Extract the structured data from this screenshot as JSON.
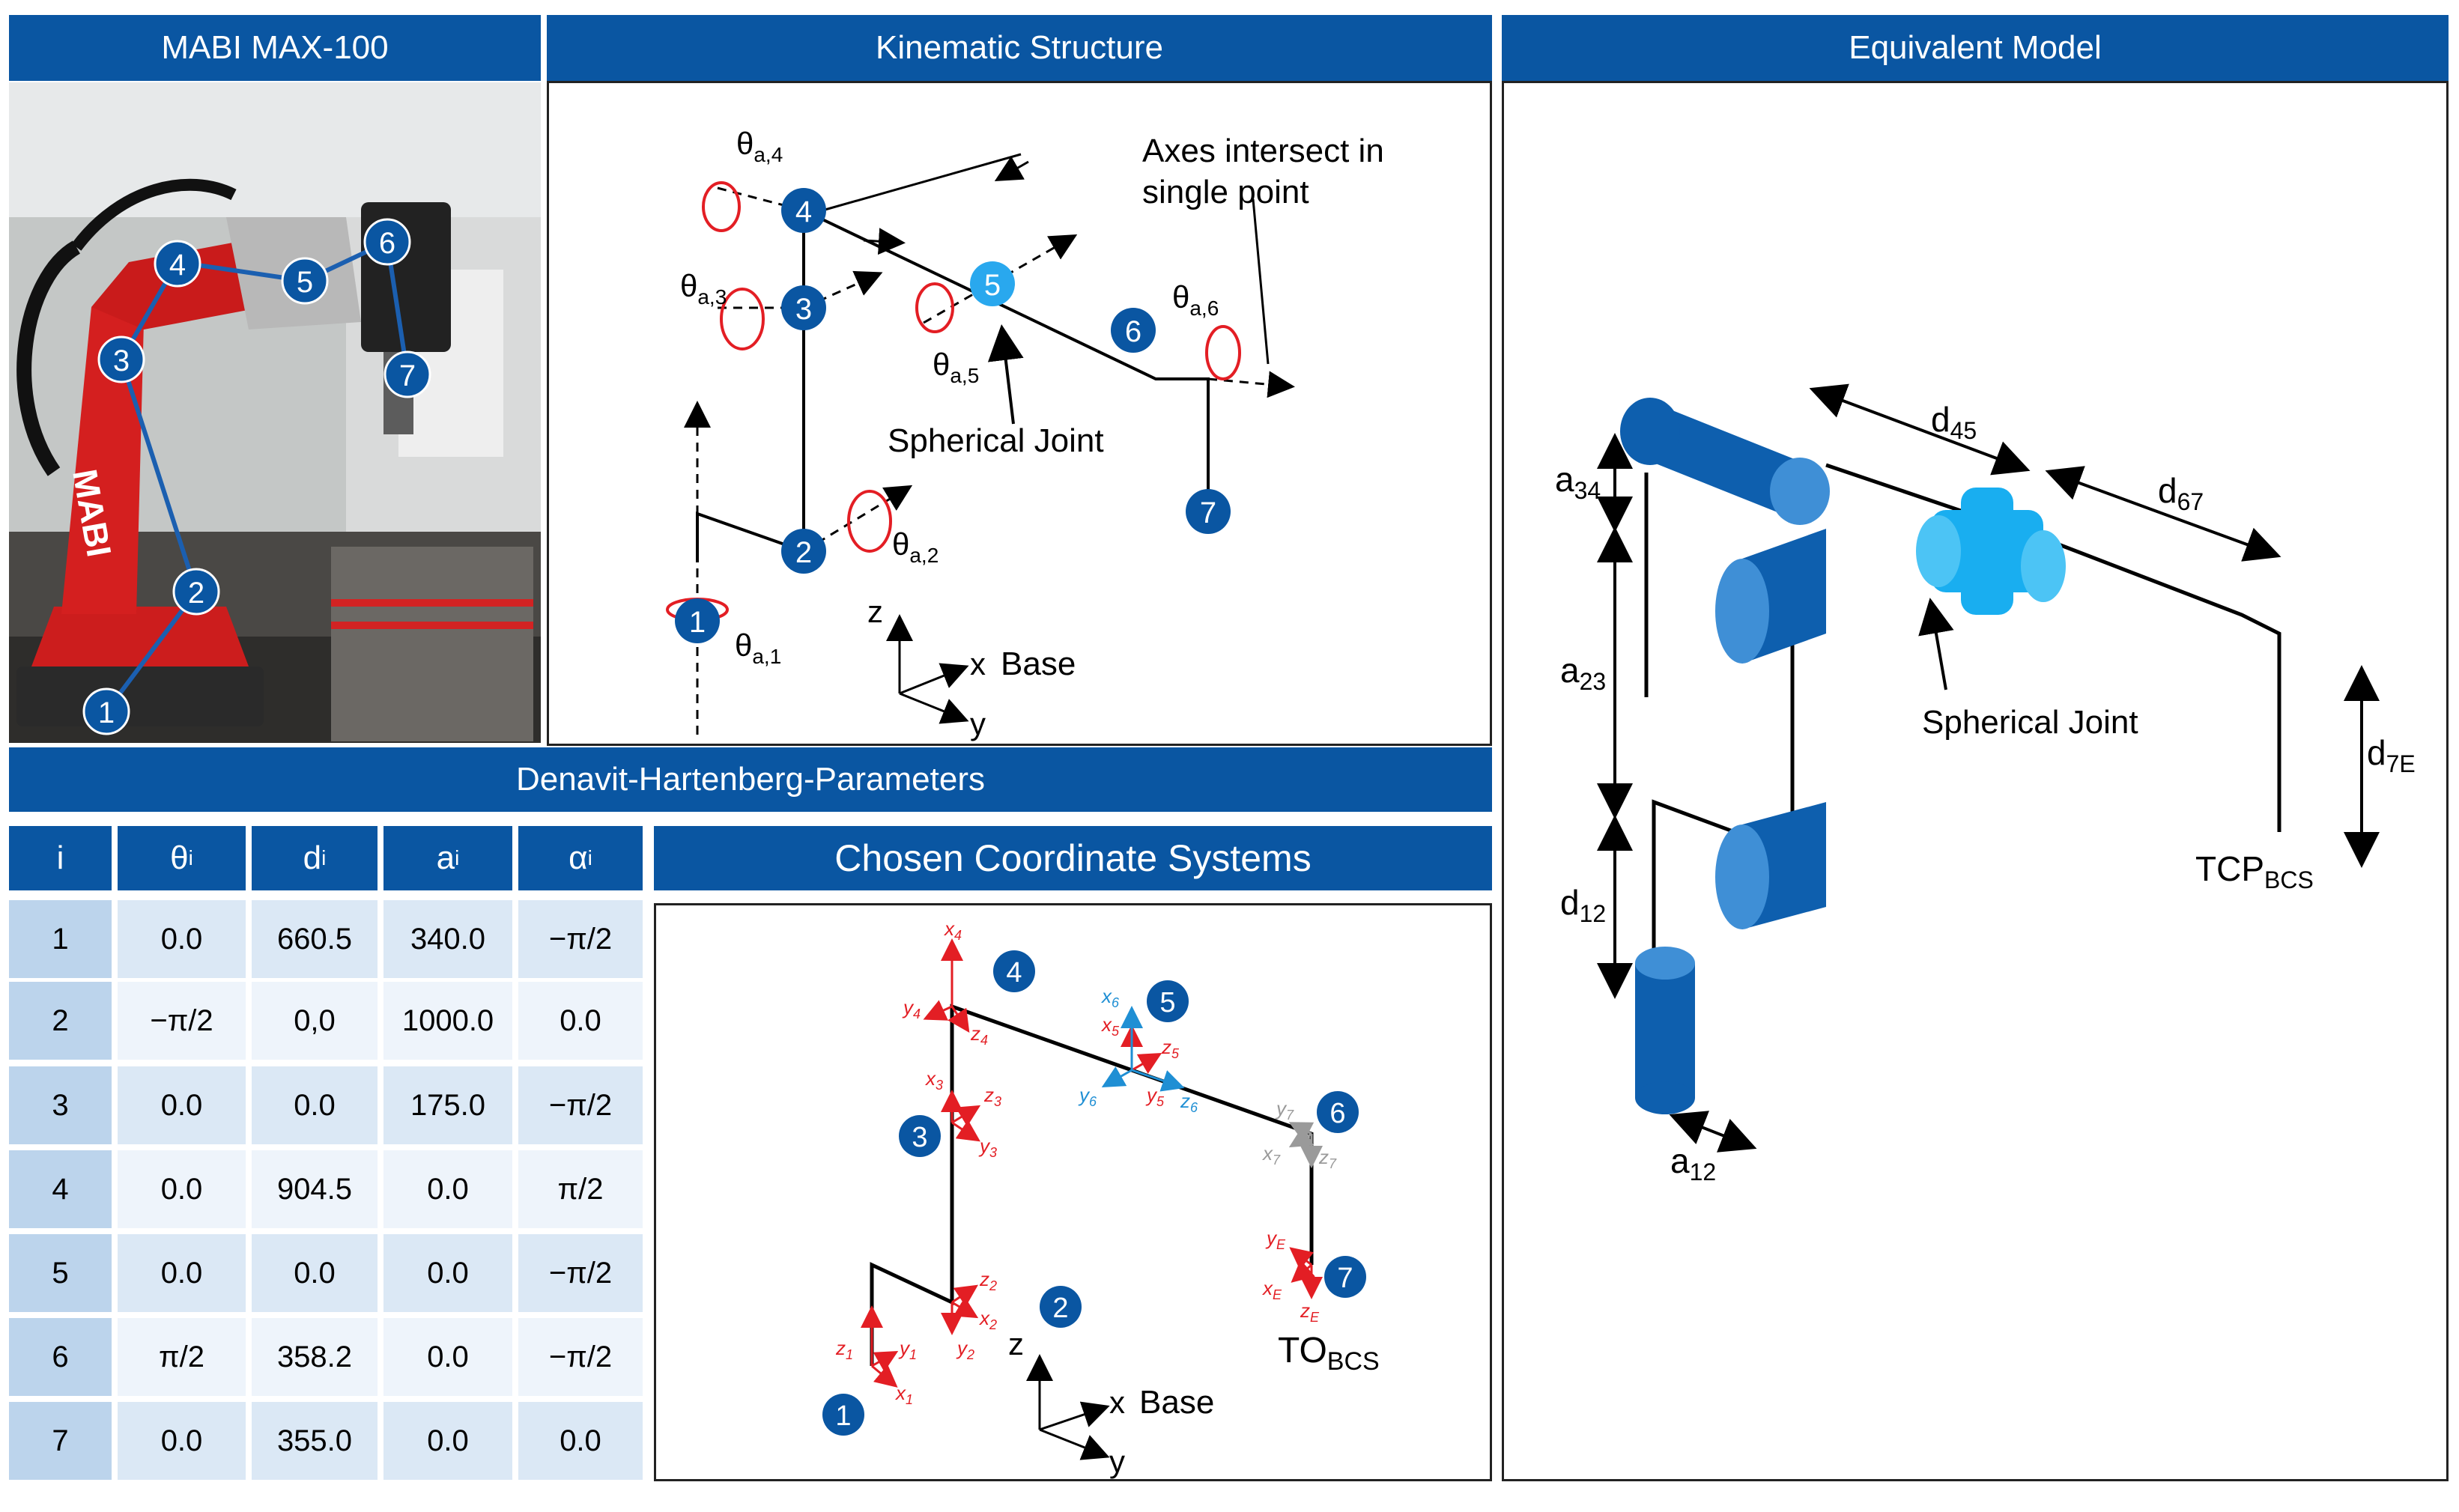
{
  "headers": {
    "photo": "MABI MAX-100",
    "kinematic": "Kinematic Structure",
    "equivalent": "Equivalent Model",
    "dh": "Denavit-Hartenberg-Parameters",
    "coords": "Chosen Coordinate Systems"
  },
  "photo": {
    "brand": "MABI",
    "joints": [
      "1",
      "2",
      "3",
      "4",
      "5",
      "6",
      "7"
    ]
  },
  "kinematic": {
    "joints": [
      "1",
      "2",
      "3",
      "4",
      "5",
      "6",
      "7"
    ],
    "angles": [
      {
        "base": "θ",
        "sub": "a,1"
      },
      {
        "base": "θ",
        "sub": "a,2"
      },
      {
        "base": "θ",
        "sub": "a,3"
      },
      {
        "base": "θ",
        "sub": "a,4"
      },
      {
        "base": "θ",
        "sub": "a,5"
      },
      {
        "base": "θ",
        "sub": "a,6"
      }
    ],
    "note_line1": "Axes intersect in",
    "note_line2": "single point",
    "spherical": "Spherical Joint",
    "axis_z": "z",
    "axis_x": "x",
    "axis_y": "y",
    "base": "Base"
  },
  "equivalent": {
    "dims": [
      {
        "base": "d",
        "sub": "45"
      },
      {
        "base": "d",
        "sub": "67"
      },
      {
        "base": "a",
        "sub": "34"
      },
      {
        "base": "a",
        "sub": "23"
      },
      {
        "base": "d",
        "sub": "12"
      },
      {
        "base": "a",
        "sub": "12"
      },
      {
        "base": "d",
        "sub": "7E"
      }
    ],
    "spherical": "Spherical Joint",
    "tcp": {
      "base": "TCP",
      "sub": "BCS"
    }
  },
  "dh_table": {
    "columns": [
      {
        "base": "i",
        "sub": ""
      },
      {
        "base": "θ",
        "sub": "i"
      },
      {
        "base": "d",
        "sub": "i"
      },
      {
        "base": "a",
        "sub": "i"
      },
      {
        "base": "α",
        "sub": "i"
      }
    ],
    "rows": [
      [
        "1",
        "0.0",
        "660.5",
        "340.0",
        "−π/2"
      ],
      [
        "2",
        "−π/2",
        "0,0",
        "1000.0",
        "0.0"
      ],
      [
        "3",
        "0.0",
        "0.0",
        "175.0",
        "−π/2"
      ],
      [
        "4",
        "0.0",
        "904.5",
        "0.0",
        "π/2"
      ],
      [
        "5",
        "0.0",
        "0.0",
        "0.0",
        "−π/2"
      ],
      [
        "6",
        "π/2",
        "358.2",
        "0.0",
        "−π/2"
      ],
      [
        "7",
        "0.0",
        "355.0",
        "0.0",
        "0.0"
      ]
    ]
  },
  "coords": {
    "joints": [
      "1",
      "2",
      "3",
      "4",
      "5",
      "6",
      "7"
    ],
    "frames": [
      {
        "base": "z",
        "sub": "1"
      },
      {
        "base": "y",
        "sub": "1"
      },
      {
        "base": "x",
        "sub": "1"
      },
      {
        "base": "z",
        "sub": "2"
      },
      {
        "base": "x",
        "sub": "2"
      },
      {
        "base": "y",
        "sub": "2"
      },
      {
        "base": "x",
        "sub": "3"
      },
      {
        "base": "z",
        "sub": "3"
      },
      {
        "base": "y",
        "sub": "3"
      },
      {
        "base": "x",
        "sub": "4"
      },
      {
        "base": "y",
        "sub": "4"
      },
      {
        "base": "z",
        "sub": "4"
      },
      {
        "base": "x",
        "sub": "6"
      },
      {
        "base": "x",
        "sub": "5"
      },
      {
        "base": "z",
        "sub": "5"
      },
      {
        "base": "y",
        "sub": "6"
      },
      {
        "base": "y",
        "sub": "5"
      },
      {
        "base": "z",
        "sub": "6"
      },
      {
        "base": "y",
        "sub": "7"
      },
      {
        "base": "x",
        "sub": "7"
      },
      {
        "base": "z",
        "sub": "7"
      },
      {
        "base": "y",
        "sub": "E"
      },
      {
        "base": "x",
        "sub": "E"
      },
      {
        "base": "z",
        "sub": "E"
      }
    ],
    "to": {
      "base": "TO",
      "sub": "BCS"
    },
    "axis_z": "z",
    "axis_x": "x",
    "axis_y": "y",
    "base": "Base"
  },
  "colors": {
    "header": "#0a56a2",
    "joint_dark": "#0a56a2",
    "joint_light": "#29a8ee",
    "rotation": "#e31e24",
    "frame_red": "#e31e24",
    "frame_blue": "#1f8fd4",
    "frame_gray": "#9a9a9a",
    "cylinder": "#0e5fae",
    "cylinder_cap": "#3f8fd6",
    "sphere": "#19aef0"
  }
}
